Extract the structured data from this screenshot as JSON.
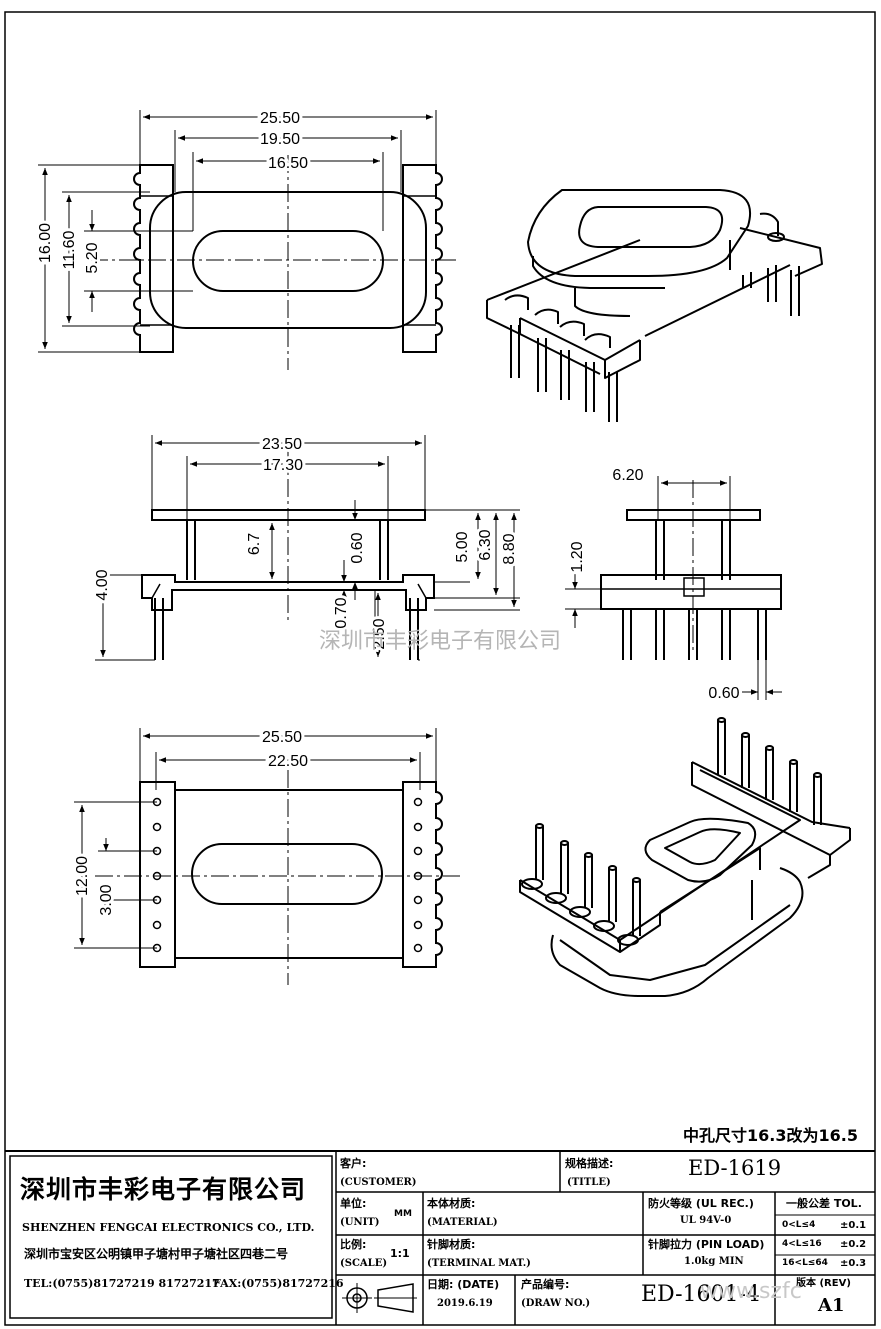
{
  "drawing": {
    "top_view": {
      "d_width": "25.50",
      "d_inner": "19.50",
      "d_window": "16.50",
      "d_height": "16.00",
      "d_height_inner": "11.60",
      "d_hole": "5.20"
    },
    "side_view": {
      "d_width": "23.50",
      "d_inner": "17.30",
      "d_6_7": "6.7",
      "d_0_60": "0.60",
      "d_5_00": "5.00",
      "d_6_30": "6.30",
      "d_8_80": "8.80",
      "d_4_00": "4.00",
      "d_0_70": "0.70",
      "d_2_50": "2.50"
    },
    "end_view": {
      "d_6_20": "6.20",
      "d_1_20": "1.20",
      "d_0_60": "0.60"
    },
    "bottom_view": {
      "d_width": "25.50",
      "d_inner": "22.50",
      "d_12_00": "12.00",
      "d_3_00": "3.00"
    },
    "watermark": "深圳市丰彩电子有限公司",
    "note": "中孔尺寸16.3改为16.5"
  },
  "title_block": {
    "company_cn": "深圳市丰彩电子有限公司",
    "company_en": "SHENZHEN FENGCAI ELECTRONICS CO., LTD.",
    "address": "深圳市宝安区公明镇甲子塘村甲子塘社区四巷二号",
    "tel": "TEL:(0755)81727219  81727217",
    "fax": "FAX:(0755)81727216",
    "customer_label": "客户:",
    "customer_en": "(CUSTOMER)",
    "title_label": "规格描述:",
    "title_en": "(TITLE)",
    "title_value": "ED-1619",
    "unit_label": "单位:",
    "unit_en": "(UNIT)",
    "unit_value": "MM",
    "material_label": "本体材质:",
    "material_en": "(MATERIAL)",
    "flame_label": "防火等级 (UL REC.)",
    "flame_value": "UL 94V-0",
    "tol_header": "一般公差 TOL.",
    "tol_rows": [
      {
        "range": "0<L≤4",
        "tol": "±0.1"
      },
      {
        "range": "4<L≤16",
        "tol": "±0.2"
      },
      {
        "range": "16<L≤64",
        "tol": "±0.3"
      }
    ],
    "scale_label": "比例:",
    "scale_en": "(SCALE)",
    "scale_value": "1:1",
    "terminal_label": "针脚材质:",
    "terminal_en": "(TERMINAL MAT.)",
    "pin_load_label": "针脚拉力 (PIN LOAD)",
    "pin_load_value": "1.0kg MIN",
    "date_label": "日期: (DATE)",
    "date_value": "2019.6.19",
    "drawno_label": "产品编号:",
    "drawno_en": "(DRAW NO.)",
    "drawno_value": "ED-1601-4",
    "version": "版本 (REV)",
    "rev_value": "A1",
    "website_watermark": "www.szfc"
  }
}
